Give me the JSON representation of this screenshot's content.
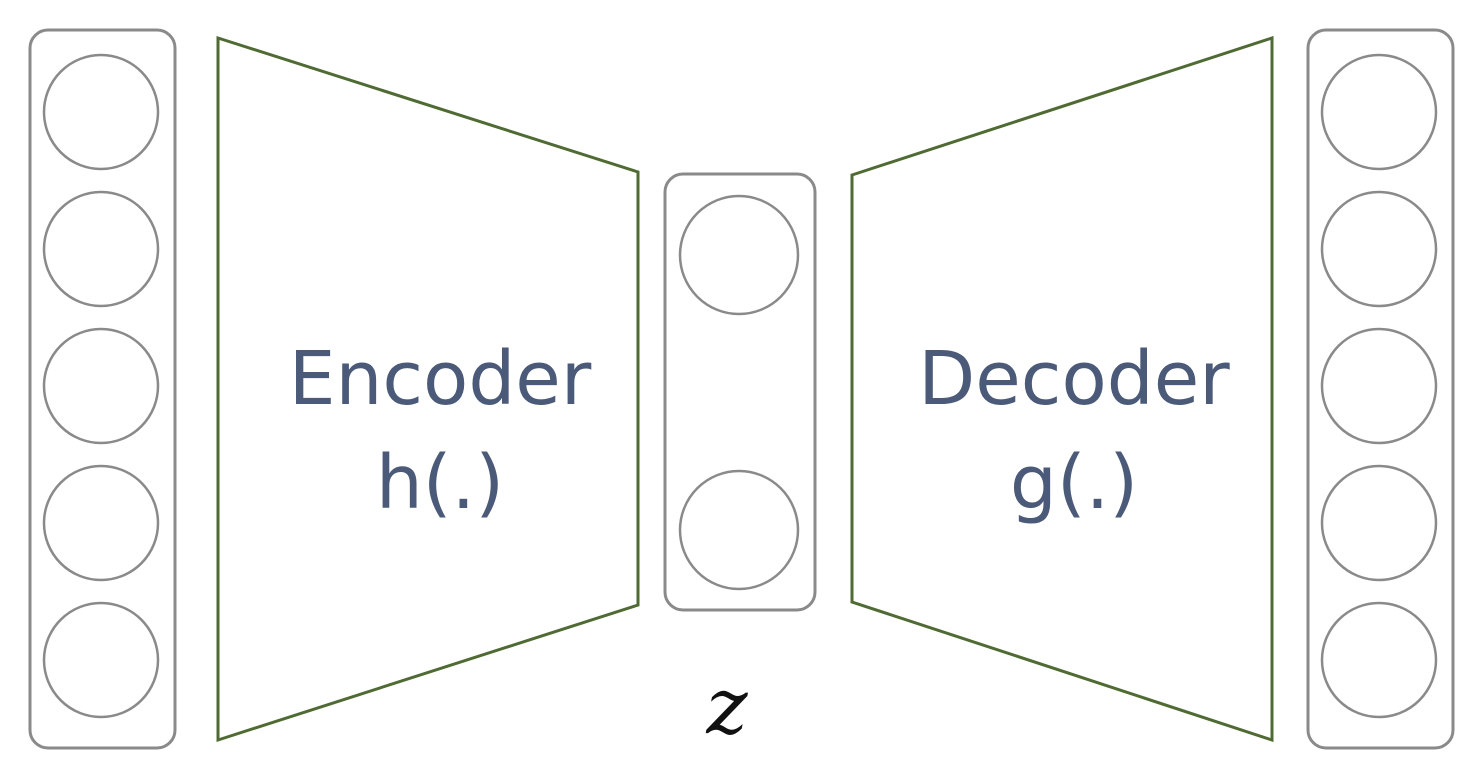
{
  "encoder": {
    "title": "Encoder",
    "function": "h(.)"
  },
  "decoder": {
    "title": "Decoder",
    "function": "g(.)"
  },
  "latent": {
    "label": "z"
  },
  "layers": {
    "input_nodes": 5,
    "latent_nodes": 2,
    "output_nodes": 5
  },
  "colors": {
    "block_outline": "#4f6b33",
    "layer_outline": "#8a8a8a",
    "label_text": "#4a5a78",
    "latent_text": "#111111"
  }
}
